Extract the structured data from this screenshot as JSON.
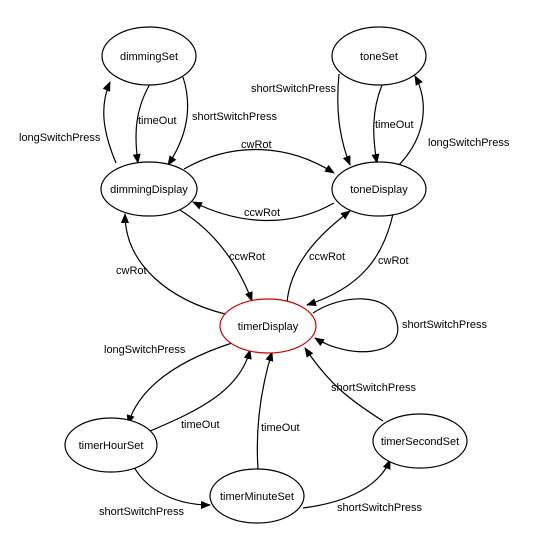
{
  "diagram": {
    "colors": {
      "line": "#000000",
      "initial_state": "#cc0000",
      "background": "#ffffff"
    },
    "nodes": {
      "dimmingSet": {
        "label": "dimmingSet"
      },
      "toneSet": {
        "label": "toneSet"
      },
      "dimmingDisplay": {
        "label": "dimmingDisplay"
      },
      "toneDisplay": {
        "label": "toneDisplay"
      },
      "timerDisplay": {
        "label": "timerDisplay",
        "highlighted": true
      },
      "timerHourSet": {
        "label": "timerHourSet"
      },
      "timerMinuteSet": {
        "label": "timerMinuteSet"
      },
      "timerSecondSet": {
        "label": "timerSecondSet"
      }
    },
    "edges": [
      {
        "id": "dimmingDisplay-dimmingSet",
        "from": "dimmingDisplay",
        "to": "dimmingSet",
        "label": "longSwitchPress"
      },
      {
        "id": "dimmingSet-dimmingDisplay-timeout",
        "from": "dimmingSet",
        "to": "dimmingDisplay",
        "label": "timeOut"
      },
      {
        "id": "dimmingSet-dimmingDisplay-short",
        "from": "dimmingSet",
        "to": "dimmingDisplay",
        "label": "shortSwitchPress"
      },
      {
        "id": "toneSet-toneDisplay-short",
        "from": "toneSet",
        "to": "toneDisplay",
        "label": "shortSwitchPress"
      },
      {
        "id": "toneSet-toneDisplay-timeout",
        "from": "toneSet",
        "to": "toneDisplay",
        "label": "timeOut"
      },
      {
        "id": "toneDisplay-toneSet",
        "from": "toneDisplay",
        "to": "toneSet",
        "label": "longSwitchPress"
      },
      {
        "id": "dimmingDisplay-toneDisplay",
        "from": "dimmingDisplay",
        "to": "toneDisplay",
        "label": "cwRot"
      },
      {
        "id": "toneDisplay-dimmingDisplay",
        "from": "toneDisplay",
        "to": "dimmingDisplay",
        "label": "ccwRot"
      },
      {
        "id": "timerDisplay-dimmingDisplay",
        "from": "timerDisplay",
        "to": "dimmingDisplay",
        "label": "cwRot"
      },
      {
        "id": "dimmingDisplay-timerDisplay",
        "from": "dimmingDisplay",
        "to": "timerDisplay",
        "label": "ccwRot"
      },
      {
        "id": "timerDisplay-toneDisplay",
        "from": "timerDisplay",
        "to": "toneDisplay",
        "label": "ccwRot"
      },
      {
        "id": "toneDisplay-timerDisplay",
        "from": "toneDisplay",
        "to": "timerDisplay",
        "label": "cwRot"
      },
      {
        "id": "timerDisplay-self",
        "from": "timerDisplay",
        "to": "timerDisplay",
        "label": "shortSwitchPress"
      },
      {
        "id": "timerDisplay-timerHourSet",
        "from": "timerDisplay",
        "to": "timerHourSet",
        "label": "longSwitchPress"
      },
      {
        "id": "timerHourSet-timerDisplay",
        "from": "timerHourSet",
        "to": "timerDisplay",
        "label": "timeOut"
      },
      {
        "id": "timerMinuteSet-timerDisplay",
        "from": "timerMinuteSet",
        "to": "timerDisplay",
        "label": "timeOut"
      },
      {
        "id": "timerSecondSet-timerDisplay",
        "from": "timerSecondSet",
        "to": "timerDisplay",
        "label": "shortSwitchPress"
      },
      {
        "id": "timerHourSet-timerMinuteSet",
        "from": "timerHourSet",
        "to": "timerMinuteSet",
        "label": "shortSwitchPress"
      },
      {
        "id": "timerMinuteSet-timerSecondSet",
        "from": "timerMinuteSet",
        "to": "timerSecondSet",
        "label": "shortSwitchPress"
      }
    ]
  }
}
